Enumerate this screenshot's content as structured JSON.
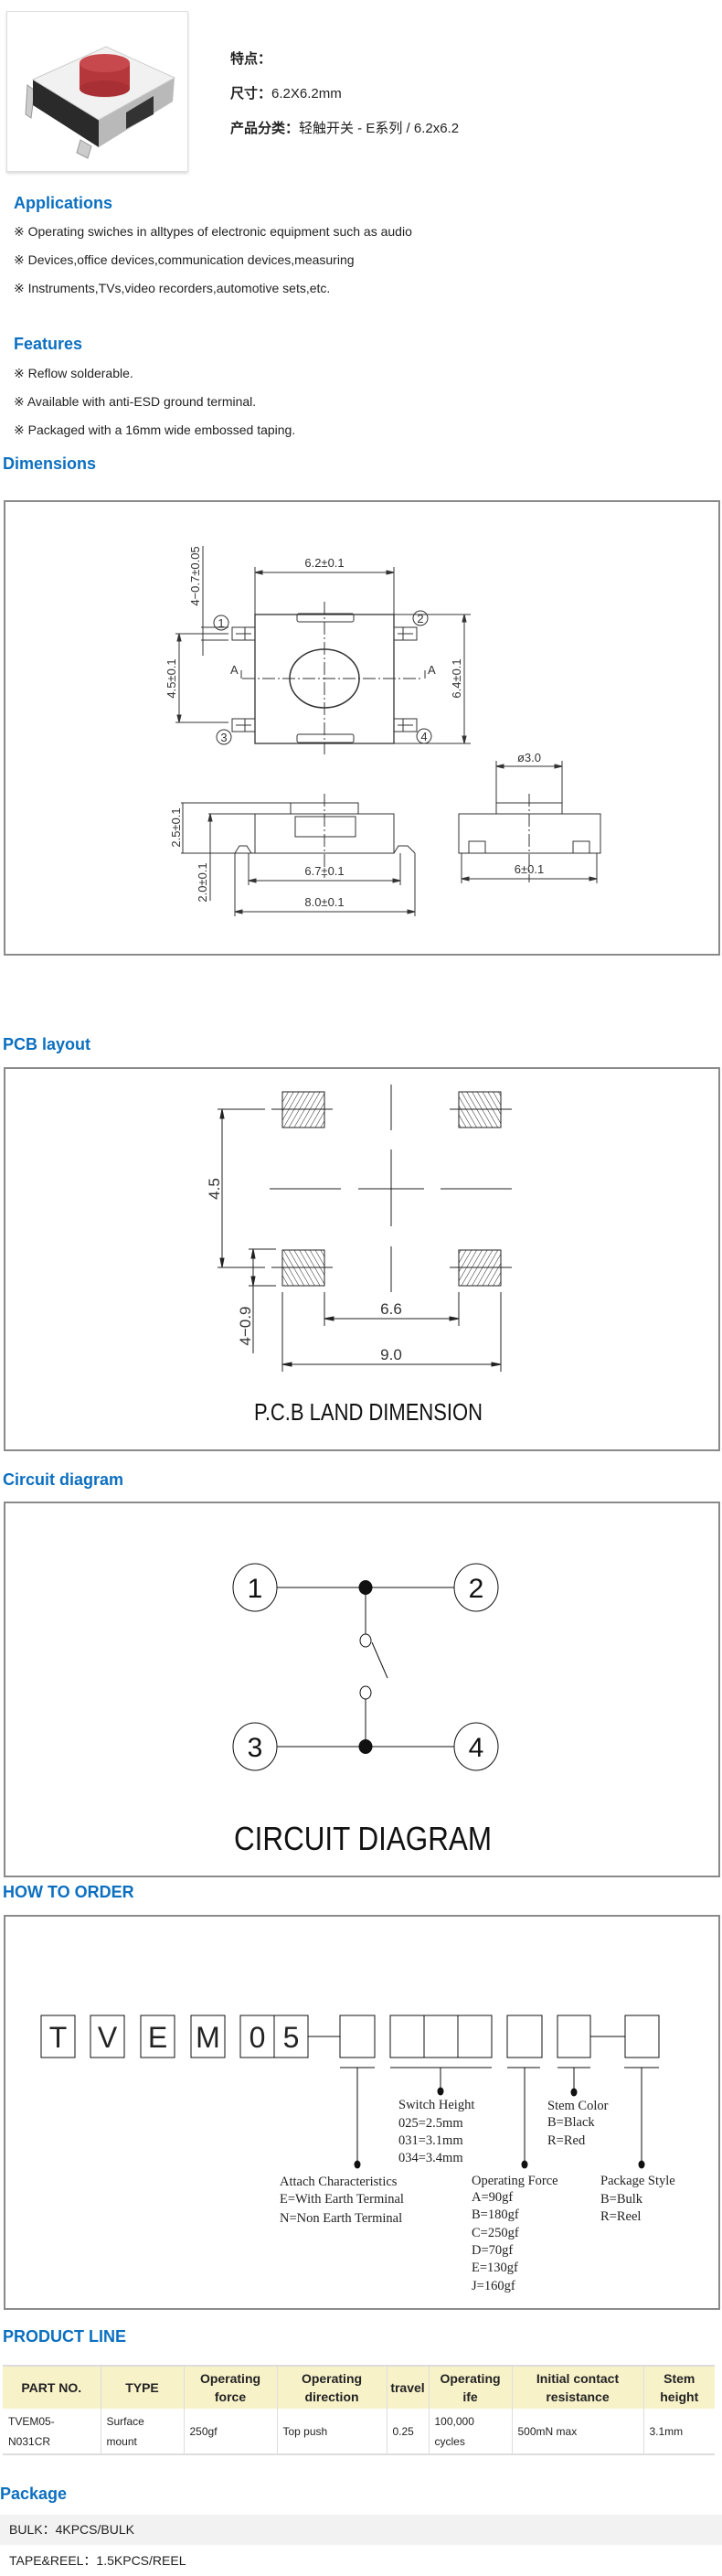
{
  "product": {
    "features_label": "特点：",
    "size_label": "尺寸：",
    "size_value": "6.2X6.2mm",
    "category_label": "产品分类：",
    "category_value": "轻触开关 - E系列 / 6.2x6.2",
    "image_icon": "tactile-switch-photo",
    "stem_color": "#b5373b"
  },
  "colors": {
    "heading": "#0b6fc0",
    "table_header_bg": "#f8f2c9",
    "package_row_bg": "#f2f2f2"
  },
  "applications": {
    "title": "Applications",
    "items": [
      "※ Operating swiches in alltypes of electronic equipment such as audio",
      "※ Devices,office devices,communication devices,measuring",
      "※ Instruments,TVs,video recorders,automotive sets,etc."
    ]
  },
  "features": {
    "title": "Features",
    "items": [
      "※ Reflow solderable.",
      "※ Available with anti-ESD ground terminal.",
      "※ Packaged with a 16mm wide embossed taping."
    ]
  },
  "dimensions": {
    "title": "Dimensions",
    "labels": {
      "width": "6.2±0.1",
      "height": "6.4±0.1",
      "pitch": "4.5±0.1",
      "lead": "4−0.7±0.05",
      "section": "A",
      "pin1": "1",
      "pin2": "2",
      "pin3": "3",
      "pin4": "4",
      "total_h": "2.5±0.1",
      "body_h": "2.0±0.1",
      "body_len": "6.7±0.1",
      "total_len": "8.0±0.1",
      "stem_dia": "ø3.0",
      "side_w": "6±0.1"
    }
  },
  "pcb": {
    "title": "PCB layout",
    "labels": {
      "v": "4.5",
      "pad": "4−0.9",
      "inner": "6.6",
      "outer": "9.0"
    },
    "caption": "P.C.B LAND DIMENSION"
  },
  "circuit": {
    "title": "Circuit diagram",
    "pins": [
      "1",
      "2",
      "3",
      "4"
    ],
    "caption": "CIRCUIT DIAGRAM"
  },
  "order": {
    "title": "HOW TO ORDER",
    "code": [
      "T",
      "V",
      "E",
      "M",
      "0",
      "5"
    ],
    "switch_height": {
      "title": "Switch Height",
      "options": [
        "025=2.5mm",
        "031=3.1mm",
        "034=3.4mm"
      ]
    },
    "stem_color": {
      "title": "Stem Color",
      "options": [
        "B=Black",
        "R=Red"
      ]
    },
    "attach": {
      "title": "Attach Characteristics",
      "options": [
        "E=With Earth Terminal",
        "N=Non Earth Terminal"
      ]
    },
    "force": {
      "title": "Operating Force",
      "options": [
        "A=90gf",
        "B=180gf",
        "C=250gf",
        "D=70gf",
        "E=130gf",
        "J=160gf"
      ]
    },
    "package": {
      "title": "Package Style",
      "options": [
        "B=Bulk",
        "R=Reel"
      ]
    }
  },
  "product_line": {
    "title": "PRODUCT LINE",
    "headers": [
      [
        "PART NO."
      ],
      [
        "TYPE"
      ],
      [
        "Operating",
        "force"
      ],
      [
        "Operating",
        "direction"
      ],
      [
        "travel"
      ],
      [
        "Operating",
        "ife"
      ],
      [
        "Initial contact",
        "resistance"
      ],
      [
        "Stem",
        "height"
      ]
    ],
    "rows": [
      [
        "TVEM05-N031CR",
        "Surface mount",
        "250gf",
        "Top push",
        "0.25",
        [
          "100,000",
          "cycles"
        ],
        "500mN max",
        "3.1mm"
      ]
    ]
  },
  "package": {
    "title": "Package",
    "items": [
      "BULK：4KPCS/BULK",
      "TAPE&REEL：1.5KPCS/REEL"
    ]
  }
}
